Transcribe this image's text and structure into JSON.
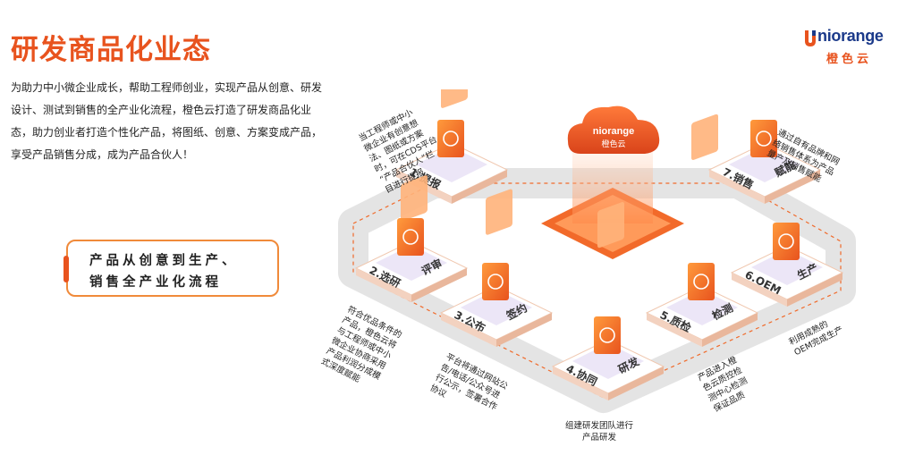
{
  "title": "研发商品化业态",
  "intro": "为助力中小微企业成长，帮助工程师创业，实现产品从创意、研发设计、测试到销售的全产业化流程，橙色云打造了研发商品化业态，助力创业者打造个性化产品，将图纸、创意、方案变成产品，享受产品销售分成，成为产品合伙人！",
  "callout": {
    "line1": "产品从创意到生产、",
    "line2": "销售全产业化流程"
  },
  "logo": {
    "word": "niorange",
    "cn": "橙色云"
  },
  "center": {
    "word": "niorange",
    "cn": "橙色云"
  },
  "steps": [
    {
      "id": "1",
      "label": "1.提报",
      "tag": "",
      "note": [
        "当工程师或中小",
        "微企业有创意想",
        "法、图纸或方案",
        "时，可在CDS平台",
        "“产品合伙人”栏",
        "目进行提报"
      ]
    },
    {
      "id": "2",
      "label": "2.选研",
      "tag": "评审",
      "note": [
        "符合优品条件的",
        "产品，橙色云将",
        "与工程师或中小",
        "微企业协商采用",
        "产品利润分成模",
        "式深度赋能"
      ]
    },
    {
      "id": "3",
      "label": "3.公布",
      "tag": "签约",
      "note": [
        "平台将通过网站公",
        "告/电话/公众号进",
        "行公示，签署合作",
        "协议"
      ]
    },
    {
      "id": "4",
      "label": "4.协同",
      "tag": "研发",
      "note": [
        "组建研发团队进行",
        "产品研发"
      ]
    },
    {
      "id": "5",
      "label": "5.质检",
      "tag": "检测",
      "note": [
        "产品进入橙",
        "色云质控检",
        "测中心检测",
        "保证品质"
      ]
    },
    {
      "id": "6",
      "label": "6.OEM",
      "tag": "生产",
      "note": [
        "利用成熟的",
        "OEM完成生产"
      ]
    },
    {
      "id": "7",
      "label": "7.销售",
      "tag": "赋能",
      "note": [
        "通过自有品牌和网",
        "络销售体系为产品",
        "量产及销售赋能"
      ]
    }
  ]
}
